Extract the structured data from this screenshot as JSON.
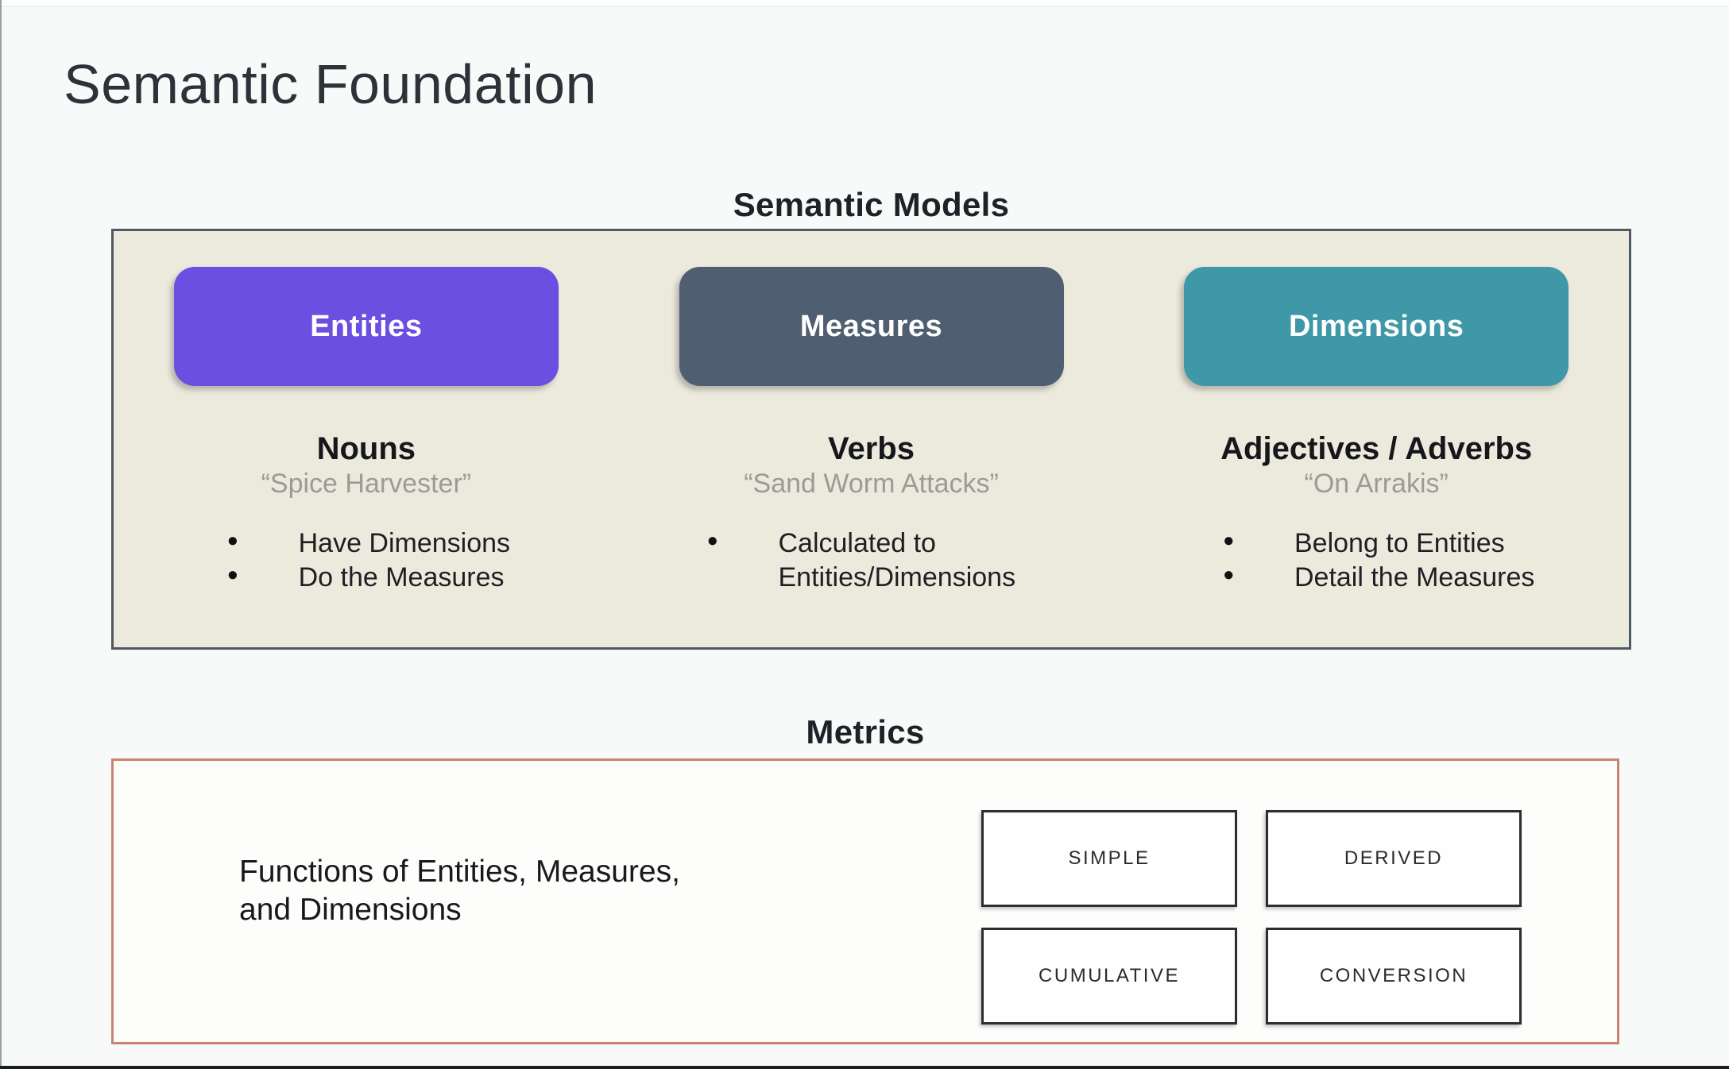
{
  "page": {
    "title": "Semantic Foundation"
  },
  "semantic_models": {
    "title": "Semantic Models",
    "box_background": "#ece9dd",
    "box_border": "#4f5963",
    "columns": [
      {
        "pill": "Entities",
        "pill_color": "#6a4fe0",
        "heading": "Nouns",
        "quote": "“Spice Harvester”",
        "bullets": [
          "Have Dimensions",
          "Do the Measures"
        ]
      },
      {
        "pill": "Measures",
        "pill_color": "#4f5e70",
        "heading": "Verbs",
        "quote": "“Sand Worm Attacks”",
        "bullets": [
          "Calculated to Entities/Dimensions"
        ]
      },
      {
        "pill": "Dimensions",
        "pill_color": "#3e98a8",
        "heading": "Adjectives / Adverbs",
        "quote": "“On Arrakis”",
        "bullets": [
          "Belong to Entities",
          "Detail the Measures"
        ]
      }
    ]
  },
  "metrics": {
    "title": "Metrics",
    "box_border": "#c98372",
    "description": "Functions of Entities, Measures,\nand Dimensions",
    "types": [
      "SIMPLE",
      "DERIVED",
      "CUMULATIVE",
      "CONVERSION"
    ]
  }
}
